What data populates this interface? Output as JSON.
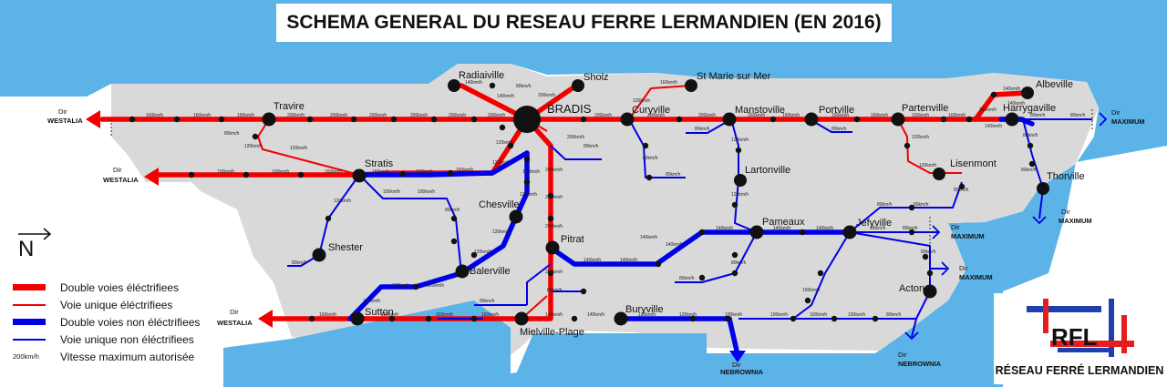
{
  "title": "SCHEMA GENERAL DU RESEAU FERRE LERMANDIEN (EN 2016)",
  "colors": {
    "sea": "#5bb3e8",
    "land": "#d9d9d9",
    "electrified": "#f20000",
    "non_electrified": "#0000e6",
    "station": "#111111"
  },
  "stations": {
    "radiaiville": "Radiaiville",
    "sholz": "Sholz",
    "st_marie": "St Marie sur Mer",
    "albeville": "Albeville",
    "travire": "Travire",
    "bradis": "BRADIS",
    "curyville": "Curyville",
    "manstoville": "Manstoville",
    "portville": "Portville",
    "partenville": "Partenville",
    "harrygaville": "Harrygaville",
    "stratis": "Stratis",
    "lisenmont": "Lisenmont",
    "lartonville": "Lartonville",
    "thorville": "Thorville",
    "chesville": "Chesville",
    "pameaux": "Pameaux",
    "jefyville": "Jefyville",
    "pitrat": "Pitrat",
    "shester": "Shester",
    "balerville": "Balerville",
    "acton": "Acton",
    "sutton": "Sutton",
    "buryville": "Buryville",
    "mielville": "Mielville-Plage"
  },
  "directions": {
    "dir": "Dir",
    "westalia": "WESTALIA",
    "maximum": "MAXIMUM",
    "nebrownia": "NEBROWNIA"
  },
  "speeds": {
    "s80": "80km/h",
    "s100": "100km/h",
    "s120": "120km/h",
    "s140": "140km/h",
    "s160": "160km/h",
    "s200": "200km/h"
  },
  "legend": {
    "double_elec": "Double voies éléctrifiees",
    "single_elec": "Voie unique éléctrifiees",
    "double_nonelec": "Double voies non éléctrifiees",
    "single_nonelec": "Voie unique non éléctrifiees",
    "speed_sample": "200km/h",
    "speed_desc": "Vitesse maximum autorisée"
  },
  "compass": "N",
  "logo": {
    "abbr": "RFL",
    "name": "RÉSEAU FERRÉ LERMANDIEN"
  }
}
